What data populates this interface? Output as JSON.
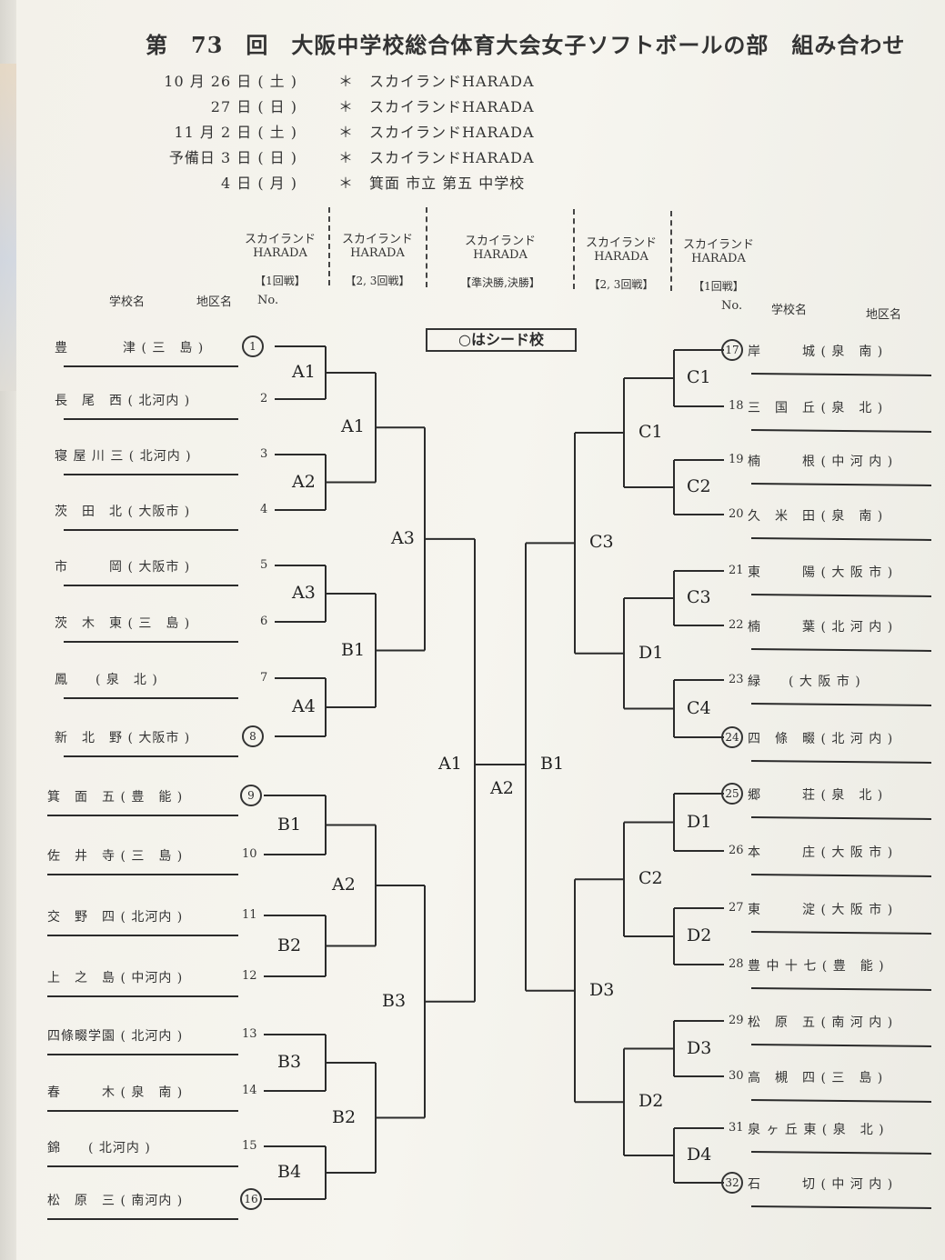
{
  "title": "第　73　回　大阪中学校総合体育大会女子ソフトボールの部　組み合わせ",
  "schedule": [
    {
      "date": "10 月 26 日 ( 土 )",
      "venue": "＊　スカイランドHARADA"
    },
    {
      "date": "27 日 ( 日 )",
      "venue": "＊　スカイランドHARADA"
    },
    {
      "date": "11 月 2 日 ( 土 )",
      "venue": "＊　スカイランドHARADA"
    },
    {
      "date": "予備日 3 日 ( 日 )",
      "venue": "＊　スカイランドHARADA"
    },
    {
      "date": "4 日 ( 月 )",
      "venue": "＊　箕面 市立 第五 中学校"
    }
  ],
  "venues": [
    {
      "name": "スカイランド HARADA",
      "round": "【1回戦】"
    },
    {
      "name": "スカイランド HARADA",
      "round": "【2, 3回戦】"
    },
    {
      "name": "スカイランド HARADA",
      "round": "【準決勝,決勝】"
    },
    {
      "name": "スカイランド HARADA",
      "round": "【2, 3回戦】"
    },
    {
      "name": "スカイランド HARADA",
      "round": "【1回戦】"
    }
  ],
  "headers": {
    "school": "学校名",
    "district": "地区名",
    "no": "No."
  },
  "legend": "○はシード校",
  "left_teams": [
    {
      "no": "1",
      "school": "豊　　　　津 ( 三　島 )",
      "seed": true
    },
    {
      "no": "2",
      "school": "長　尾　西 ( 北河内 )",
      "seed": false
    },
    {
      "no": "3",
      "school": "寝 屋 川 三 ( 北河内 )",
      "seed": false
    },
    {
      "no": "4",
      "school": "茨　田　北 ( 大阪市 )",
      "seed": false
    },
    {
      "no": "5",
      "school": "市　　　岡 ( 大阪市 )",
      "seed": false
    },
    {
      "no": "6",
      "school": "茨　木　東 ( 三　島 )",
      "seed": false
    },
    {
      "no": "7",
      "school": "鳳　　( 泉　北 )",
      "seed": false
    },
    {
      "no": "8",
      "school": "新　北　野 ( 大阪市 )",
      "seed": true
    },
    {
      "no": "9",
      "school": "箕　面　五 ( 豊　能 )",
      "seed": true
    },
    {
      "no": "10",
      "school": "佐　井　寺 ( 三　島 )",
      "seed": false
    },
    {
      "no": "11",
      "school": "交　野　四 ( 北河内 )",
      "seed": false
    },
    {
      "no": "12",
      "school": "上　之　島 ( 中河内 )",
      "seed": false
    },
    {
      "no": "13",
      "school": "四條畷学園 ( 北河内 )",
      "seed": false
    },
    {
      "no": "14",
      "school": "春　　　木 ( 泉　南 )",
      "seed": false
    },
    {
      "no": "15",
      "school": "錦　　( 北河内 )",
      "seed": false
    },
    {
      "no": "16",
      "school": "松　原　三 ( 南河内 )",
      "seed": true
    }
  ],
  "right_teams": [
    {
      "no": "17",
      "school": "岸　　　城 ( 泉　南 )",
      "seed": true
    },
    {
      "no": "18",
      "school": "三　国　丘 ( 泉　北 )",
      "seed": false
    },
    {
      "no": "19",
      "school": "楠　　　根 ( 中 河 内 )",
      "seed": false
    },
    {
      "no": "20",
      "school": "久　米　田 ( 泉　南 )",
      "seed": false
    },
    {
      "no": "21",
      "school": "東　　　陽 ( 大 阪 市 )",
      "seed": false
    },
    {
      "no": "22",
      "school": "楠　　　葉 ( 北 河 内 )",
      "seed": false
    },
    {
      "no": "23",
      "school": "緑　　( 大 阪 市 )",
      "seed": false
    },
    {
      "no": "24",
      "school": "四　條　畷 ( 北 河 内 )",
      "seed": true
    },
    {
      "no": "25",
      "school": "郷　　　荘 ( 泉　北 )",
      "seed": true
    },
    {
      "no": "26",
      "school": "本　　　庄 ( 大 阪 市 )",
      "seed": false
    },
    {
      "no": "27",
      "school": "東　　　淀 ( 大 阪 市 )",
      "seed": false
    },
    {
      "no": "28",
      "school": "豊 中 十 七 ( 豊　能 )",
      "seed": false
    },
    {
      "no": "29",
      "school": "松　原　五 ( 南 河 内 )",
      "seed": false
    },
    {
      "no": "30",
      "school": "高　槻　四 ( 三　島 )",
      "seed": false
    },
    {
      "no": "31",
      "school": "泉 ヶ 丘 東 ( 泉　北 )",
      "seed": false
    },
    {
      "no": "32",
      "school": "石　　　切 ( 中 河 内 )",
      "seed": true
    }
  ],
  "codes": {
    "left_r1": [
      "A1",
      "A2",
      "A3",
      "A4",
      "B1",
      "B2",
      "B3",
      "B4"
    ],
    "left_r2": [
      "A1",
      "B1",
      "A2",
      "B2"
    ],
    "left_r3": [
      "A3",
      "B3"
    ],
    "final": [
      "A1",
      "A2",
      "B1"
    ],
    "right_r3": [
      "C3",
      "D3"
    ],
    "right_r2": [
      "C1",
      "D1",
      "C2",
      "D2"
    ],
    "right_r1": [
      "C1",
      "C2",
      "C3",
      "C4",
      "D1",
      "D2",
      "D3",
      "D4"
    ]
  }
}
